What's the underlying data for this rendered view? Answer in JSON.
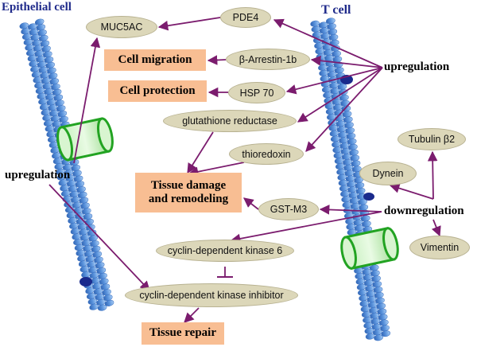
{
  "cells": {
    "epithelial": "Epithelial cell",
    "t_cell": "T cell"
  },
  "regulation": {
    "up_right": "upregulation",
    "up_left": "upregulation",
    "down": "downregulation"
  },
  "proteins": {
    "muc5ac": "MUC5AC",
    "pde4": "PDE4",
    "beta_arrestin": "β-Arrestin-1b",
    "hsp70": "HSP 70",
    "glutathione": "glutathione reductase",
    "thioredoxin": "thioredoxin",
    "gst_m3": "GST-M3",
    "cdk6": "cyclin-dependent kinase 6",
    "cdk_inhibitor": "cyclin-dependent kinase inhibitor",
    "tubulin": "Tubulin β2",
    "dynein": "Dynein",
    "vimentin": "Vimentin"
  },
  "outcomes": {
    "migration": "Cell migration",
    "protection": "Cell protection",
    "damage_line1": "Tissue damage",
    "damage_line2": "and remodeling",
    "repair": "Tissue repair"
  },
  "colors": {
    "arrow": "#7b1c6e",
    "protein_fill": "#dcd7b9",
    "outcome_fill": "#f8be93",
    "microtubule": "#4f86d6",
    "channel": "#2fb02f",
    "cell_title": "#1f2a8a"
  }
}
